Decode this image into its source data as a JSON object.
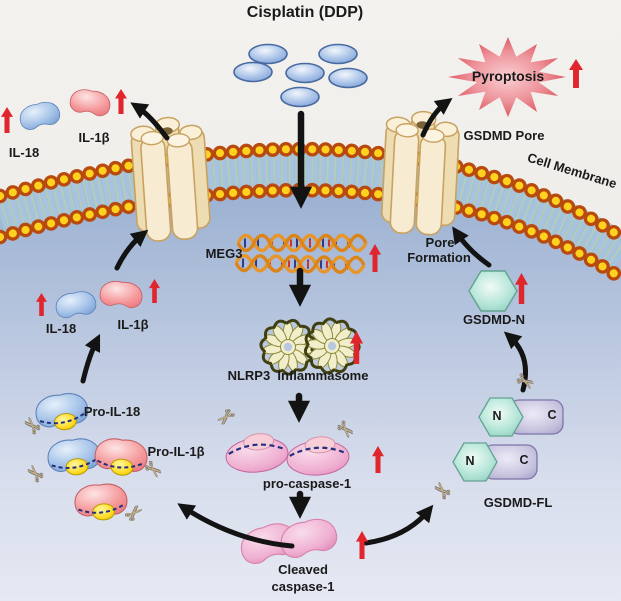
{
  "diagram": {
    "title": "Cisplatin (DDP)",
    "extracellular": {
      "il18": "IL-18",
      "il1b": "IL-1β",
      "pyroptosis": "Pyroptosis",
      "gsdmd_pore": "GSDMD Pore",
      "cell_membrane": "Cell Membrane"
    },
    "intracellular": {
      "meg3": "MEG3",
      "nlrp3": "NLRP3  Inflammasome",
      "pro_caspase1": "pro-caspase-1",
      "cleaved_caspase1_line1": "Cleaved",
      "cleaved_caspase1_line2": "caspase-1",
      "il18": "IL-18",
      "il1b": "IL-1β",
      "pro_il18": "Pro-IL-18",
      "pro_il1b": "Pro-IL-1β",
      "pore_formation_line1": "Pore",
      "pore_formation_line2": "Formation",
      "gsdmd_n": "GSDMD-N",
      "gsdmd_fl": "GSDMD-FL",
      "n_terminal": "N",
      "c_terminal": "C"
    },
    "icons": {
      "scissors": "✂"
    },
    "colors": {
      "extracellular_bg": "#efede9",
      "cell_interior_top": "#9db4d6",
      "cell_interior_bottom": "#e4e8f2",
      "membrane_head_ring": "#b84a10",
      "membrane_head_core": "#ffd21e",
      "membrane_band": "#aac2e0",
      "channel_cream": "#f5e9cd",
      "pyroptosis_red": "#d9434c",
      "upregulated_arrow_red": "#e0262c",
      "il18_blue": "#8fb4e0",
      "il1b_pink": "#f08a8e",
      "caspase_pink": "#eba9cc",
      "gsdmd_n_teal": "#93d2c1",
      "gsdmd_c_lavender": "#aaa4cc",
      "pro_domain_yellow": "#ffd91e"
    }
  }
}
